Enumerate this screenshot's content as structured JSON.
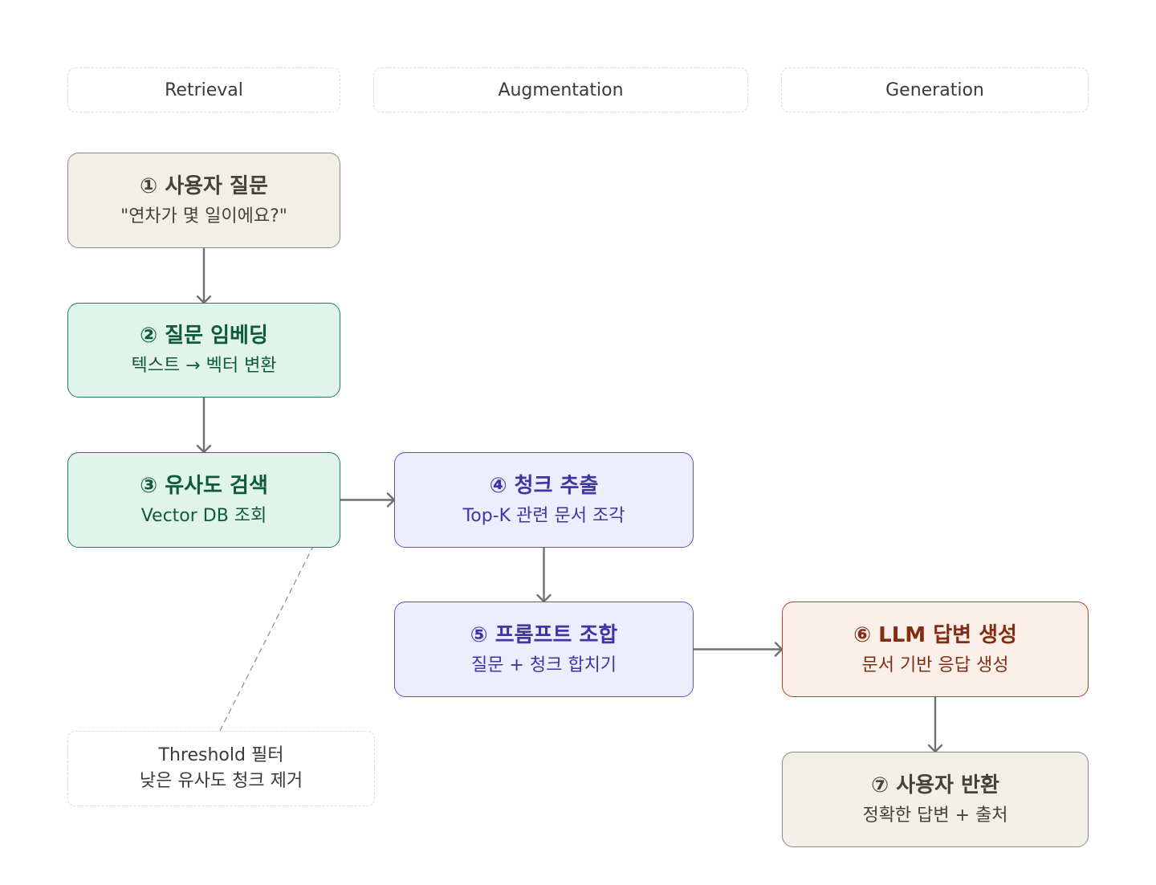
{
  "colors": {
    "gray_fill": "#f1efe8",
    "gray_border": "#8c8a84",
    "gray_text": "#44423d",
    "green_fill": "#e1f4ec",
    "green_border": "#1f7a5a",
    "green_text": "#0e5a3e",
    "purple_fill": "#eeedfd",
    "purple_border": "#5b52c8",
    "purple_text": "#3f36a6",
    "orange_fill": "#fbefe9",
    "orange_border": "#a8452a",
    "orange_text": "#842c14",
    "arrow": "#707070",
    "dashed_line": "#8a8a8a"
  },
  "phases": [
    {
      "label": "Retrieval"
    },
    {
      "label": "Augmentation"
    },
    {
      "label": "Generation"
    }
  ],
  "nodes": [
    {
      "id": "n1",
      "title": "① 사용자 질문",
      "subtitle": "\"연차가 몇 일이에요?\"",
      "theme": "gray"
    },
    {
      "id": "n2",
      "title": "② 질문 임베딩",
      "subtitle": "텍스트 → 벡터 변환",
      "theme": "green"
    },
    {
      "id": "n3",
      "title": "③ 유사도 검색",
      "subtitle": "Vector DB 조회",
      "theme": "green"
    },
    {
      "id": "n4",
      "title": "④ 청크 추출",
      "subtitle": "Top-K 관련 문서 조각",
      "theme": "purple"
    },
    {
      "id": "n5",
      "title": "⑤ 프롬프트 조합",
      "subtitle": "질문 + 청크 합치기",
      "theme": "purple"
    },
    {
      "id": "n6",
      "title": "⑥ LLM 답변 생성",
      "subtitle": "문서 기반 응답 생성",
      "theme": "orange"
    },
    {
      "id": "n7",
      "title": "⑦ 사용자 반환",
      "subtitle": "정확한 답변 + 출처",
      "theme": "gray"
    }
  ],
  "note": {
    "line1": "Threshold 필터",
    "line2": "낮은 유사도 청크 제거"
  },
  "edges": [
    {
      "from": "n1",
      "to": "n2"
    },
    {
      "from": "n2",
      "to": "n3"
    },
    {
      "from": "n3",
      "to": "n4"
    },
    {
      "from": "n4",
      "to": "n5"
    },
    {
      "from": "n5",
      "to": "n6"
    },
    {
      "from": "n6",
      "to": "n7"
    }
  ]
}
